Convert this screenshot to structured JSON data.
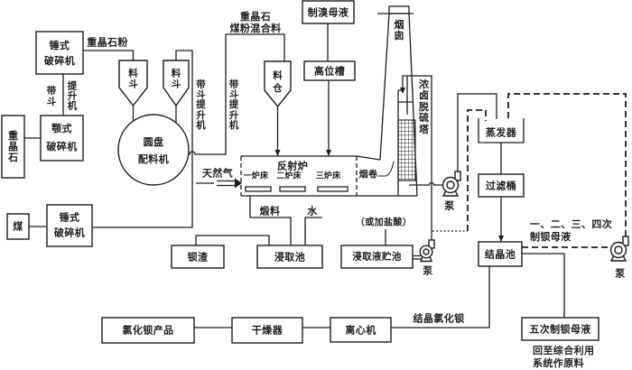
{
  "colors": {
    "ink": "#1c1c1c",
    "background": "#ffffff"
  },
  "equipment": {
    "barite": {
      "label": "重晶石"
    },
    "jaw_crusher": {
      "lines": [
        "颚式",
        "破碎机"
      ]
    },
    "barite_hammer_crusher": {
      "lines": [
        "锤式",
        "破碎机"
      ]
    },
    "coal": {
      "label": "煤"
    },
    "coal_hammer_crusher": {
      "lines": [
        "锤式",
        "破碎机"
      ]
    },
    "barite_hopper": {
      "label": "料斗"
    },
    "coal_hopper": {
      "label": "料斗"
    },
    "disc_feeder": {
      "lines": [
        "圆盘",
        "配料机"
      ]
    },
    "silo": {
      "label": "料仓"
    },
    "bromine_mother_liquor": {
      "label": "制溴母液"
    },
    "head_tank": {
      "label": "高位槽"
    },
    "reverberatory_furnace": {
      "label": "反射炉",
      "hearths": [
        "一炉床",
        "二炉床",
        "三炉床"
      ]
    },
    "chimney": {
      "label": "烟囱"
    },
    "desulfurization_tower": {
      "label": "浓卤脱硫塔"
    },
    "leaching_tank": {
      "label": "浸取池"
    },
    "barium_residue": {
      "label": "钡渣"
    },
    "leachate_storage_tank": {
      "label": "浸取液贮池"
    },
    "evaporator": {
      "label": "蒸发器"
    },
    "filter_tank": {
      "label": "过滤桶"
    },
    "crystallization_tank": {
      "label": "结晶池"
    },
    "centrifuge": {
      "label": "离心机"
    },
    "dryer": {
      "label": "干燥器"
    },
    "product": {
      "label": "氯化钡产品"
    },
    "fifth_mother_liquor": {
      "label": "五次制钡母液"
    },
    "pumps": {
      "tower_outlet": {
        "label": "泵"
      },
      "leachate": {
        "label": "泵"
      },
      "mother_liquor": {
        "label": "泵"
      }
    }
  },
  "line_labels": {
    "barite_powder": "重晶石粉",
    "bucket_elevator_1": [
      "带斗",
      "提升机"
    ],
    "bucket_elevator_2": "带斗提升机",
    "bucket_elevator_3": "带斗提升机",
    "mixed_feed": [
      "重晶石",
      "煤粉混合料"
    ],
    "natural_gas": "天然气",
    "flue": "烟卷",
    "calcine": "煅料",
    "water": "水",
    "acid_option": "（或加盐酸）",
    "crystalline_product": "结晶氯化钡",
    "recycled_mother_liquor": [
      "一、二、三、四次",
      "制钡母液"
    ],
    "fifth_liquor_note": [
      "回至综合利用",
      "系统作原料"
    ]
  },
  "connections": [
    {
      "from": "barite",
      "to": "jaw_crusher",
      "line": "solid"
    },
    {
      "from": "jaw_crusher",
      "to": "barite_hammer_crusher",
      "via": "bucket_elevator_1",
      "line": "solid"
    },
    {
      "from": "barite_hammer_crusher",
      "to": "barite_hopper",
      "label": "barite_powder",
      "line": "solid"
    },
    {
      "from": "coal",
      "to": "coal_hammer_crusher",
      "line": "solid"
    },
    {
      "from": "coal_hammer_crusher",
      "to": "coal_hopper",
      "via": "bucket_elevator_2",
      "line": "solid"
    },
    {
      "from": "barite_hopper",
      "to": "disc_feeder",
      "line": "solid"
    },
    {
      "from": "coal_hopper",
      "to": "disc_feeder",
      "line": "solid"
    },
    {
      "from": "disc_feeder",
      "to": "silo",
      "via": "bucket_elevator_3",
      "label": "mixed_feed",
      "line": "solid"
    },
    {
      "from": "silo",
      "to": "reverberatory_furnace",
      "line": "solid"
    },
    {
      "from": "bromine_mother_liquor",
      "to": "head_tank",
      "line": "solid"
    },
    {
      "from": "head_tank",
      "to": "reverberatory_furnace",
      "line": "solid"
    },
    {
      "from": "natural_gas",
      "to": "reverberatory_furnace",
      "line": "double-arrow"
    },
    {
      "from": "reverberatory_furnace",
      "to": "chimney",
      "label": "flue",
      "line": "solid"
    },
    {
      "from": "reverberatory_furnace",
      "to": "leaching_tank",
      "label": "calcine",
      "line": "solid"
    },
    {
      "from": "water",
      "to": "leaching_tank",
      "line": "solid"
    },
    {
      "from": "leaching_tank",
      "to": "barium_residue",
      "line": "solid"
    },
    {
      "from": "acid_option",
      "to": "leachate_storage_tank",
      "line": "solid"
    },
    {
      "from": "leachate_storage_tank",
      "to": "desulfurization_tower",
      "via": "pumps.leachate",
      "line": "solid"
    },
    {
      "from": "leachate_storage_tank",
      "to": "evaporator",
      "via": "pumps.leachate",
      "line": "dotted-dashed"
    },
    {
      "from": "desulfurization_tower",
      "to": "evaporator",
      "via": "pumps.tower_outlet",
      "line": "solid"
    },
    {
      "from": "evaporator",
      "to": "filter_tank",
      "line": "solid"
    },
    {
      "from": "filter_tank",
      "to": "crystallization_tank",
      "line": "solid"
    },
    {
      "from": "crystallization_tank",
      "to": "evaporator",
      "via": "pumps.mother_liquor",
      "label": "recycled_mother_liquor",
      "line": "dashed"
    },
    {
      "from": "crystallization_tank",
      "to": "fifth_mother_liquor",
      "line": "solid"
    },
    {
      "from": "crystallization_tank",
      "to": "centrifuge",
      "label": "crystalline_product",
      "line": "solid"
    },
    {
      "from": "centrifuge",
      "to": "dryer",
      "line": "solid"
    },
    {
      "from": "dryer",
      "to": "product",
      "line": "solid"
    }
  ]
}
